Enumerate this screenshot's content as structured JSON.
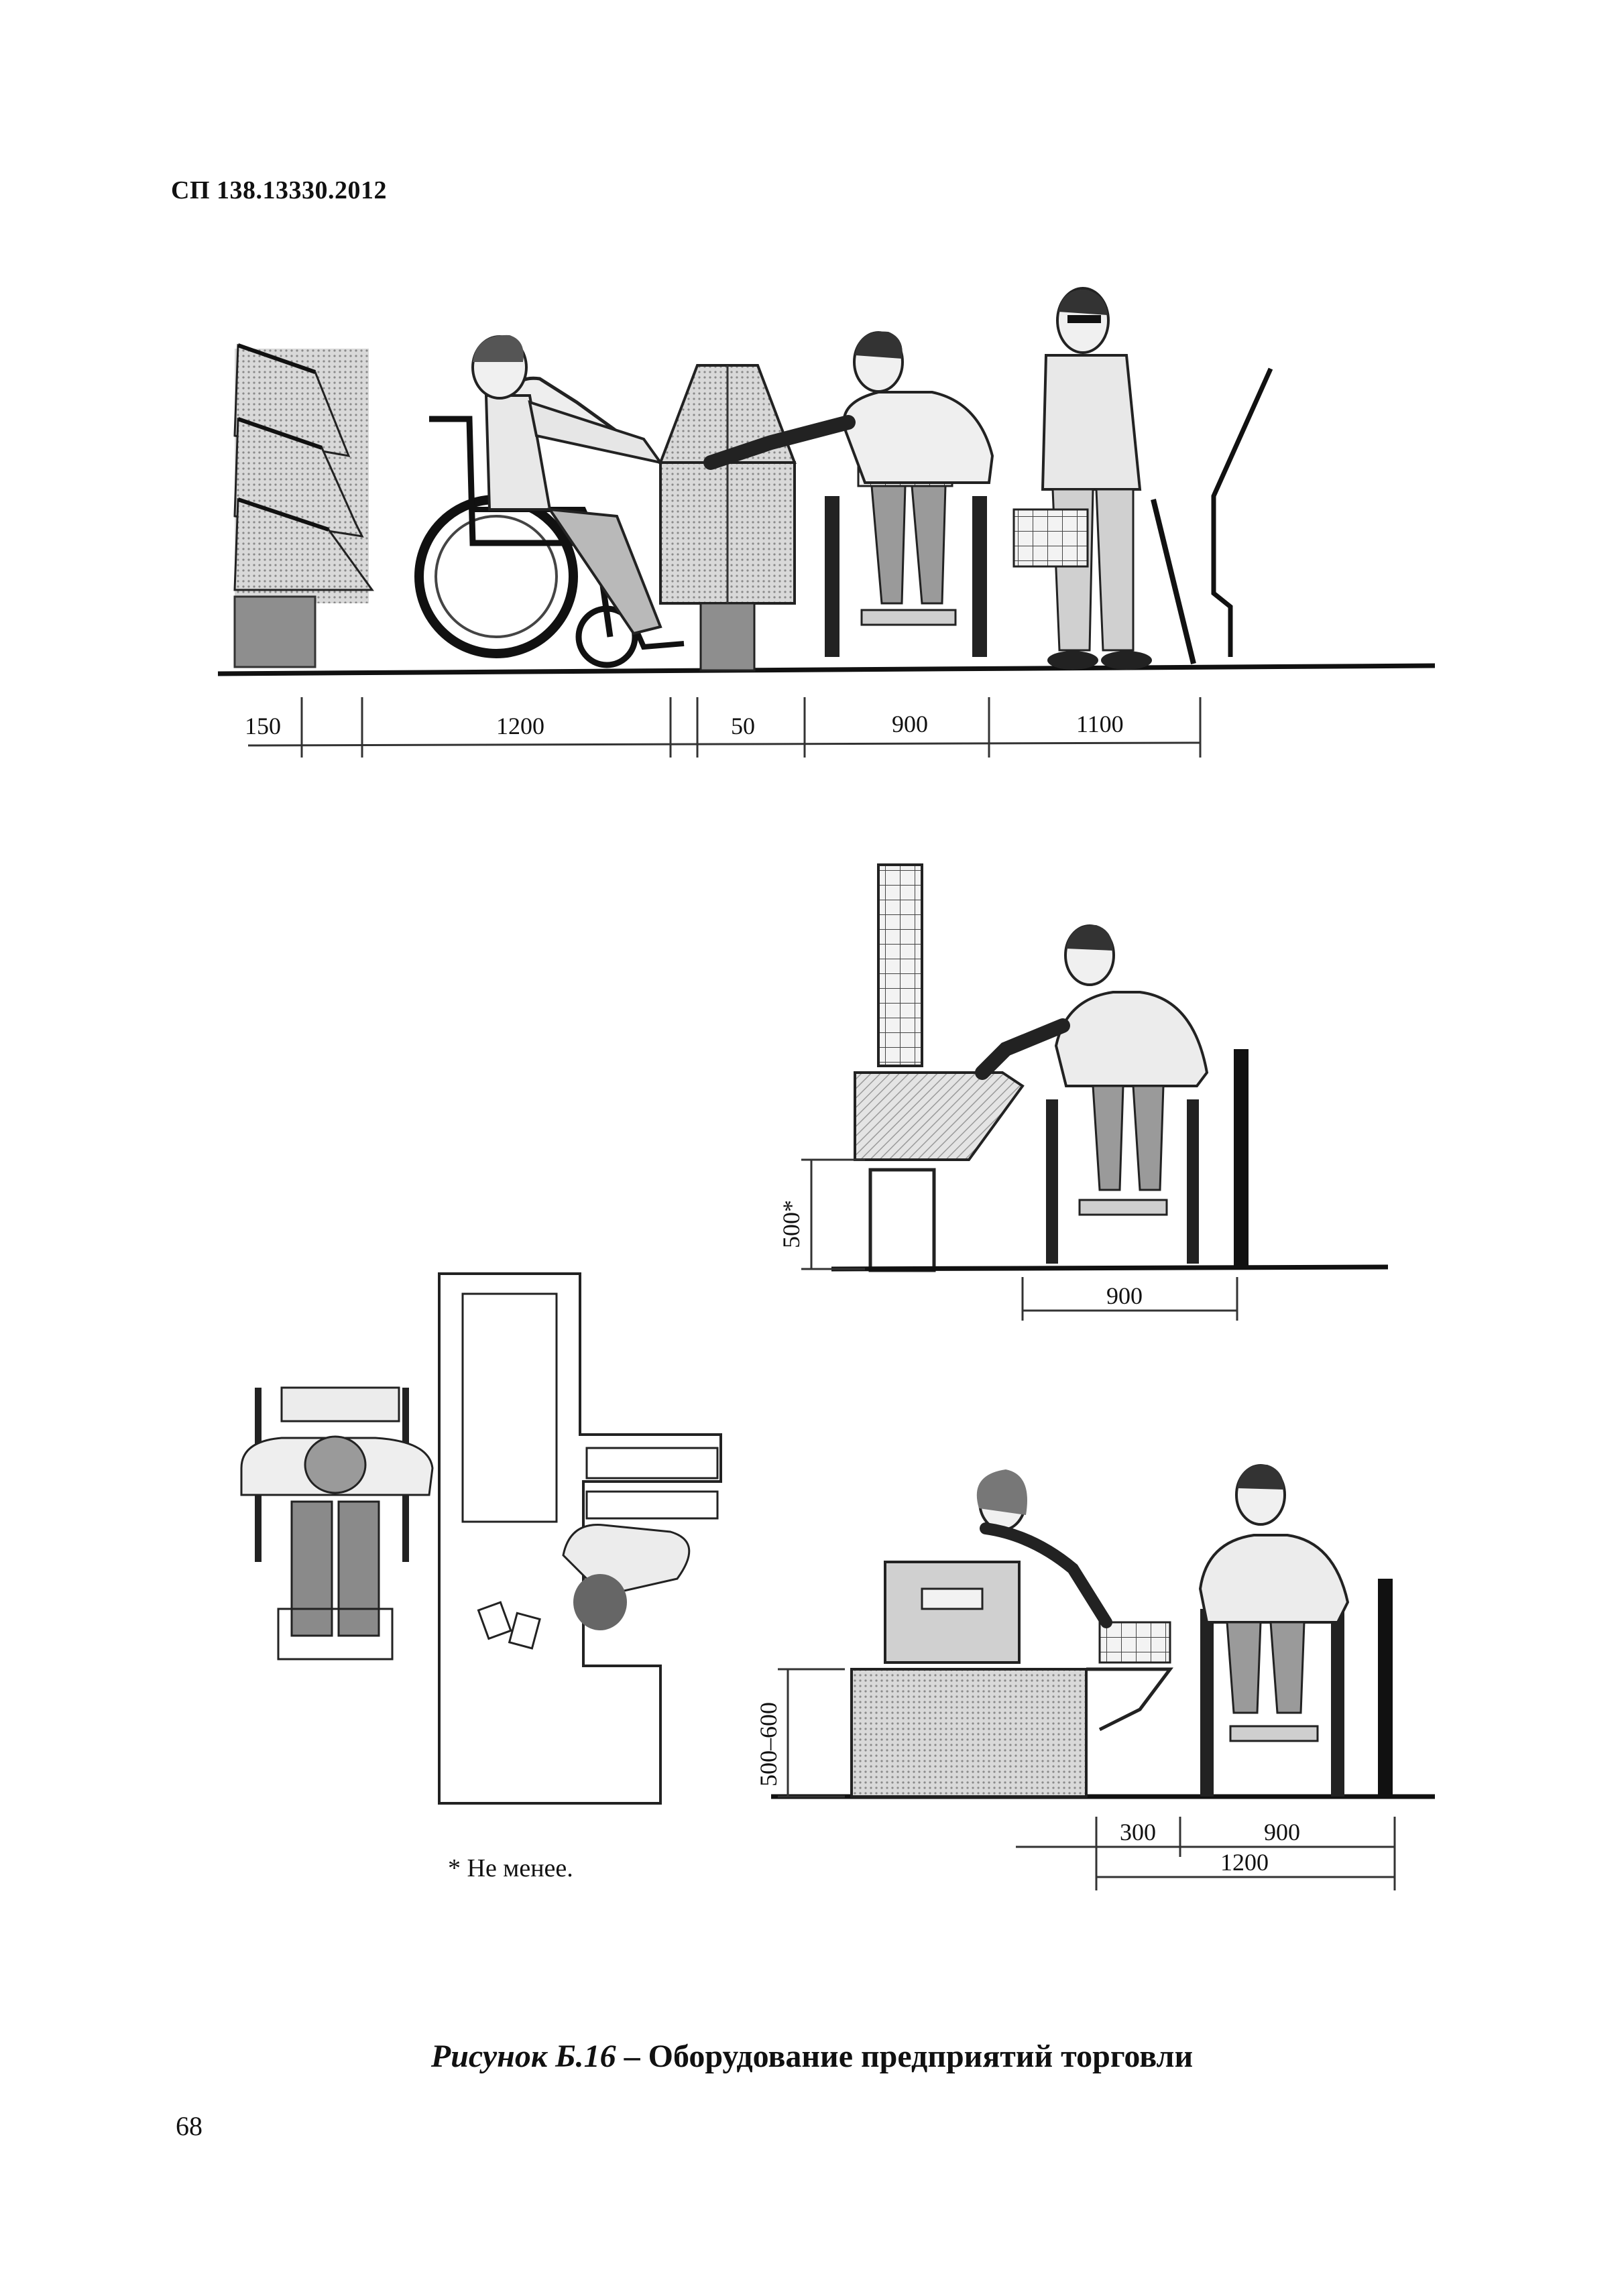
{
  "header": {
    "standard_code": "СП 138.13330.2012"
  },
  "figure": {
    "top_view_dimensions": [
      "150",
      "1200",
      "50",
      "900",
      "1100"
    ],
    "shelf_view": {
      "height_label": "500*",
      "width_label": "900"
    },
    "checkout_view": {
      "height_label": "500–600",
      "dims": [
        "300",
        "900",
        "1200"
      ]
    },
    "footnote": "* Не менее."
  },
  "caption": {
    "label": "Рисунок Б.16",
    "separator": " – ",
    "title": "Оборудование предприятий торговли"
  },
  "page_number": "68",
  "colors": {
    "ink": "#111111",
    "fill_gray": "#9a9a9a",
    "light_gray": "#d8d8d8"
  }
}
